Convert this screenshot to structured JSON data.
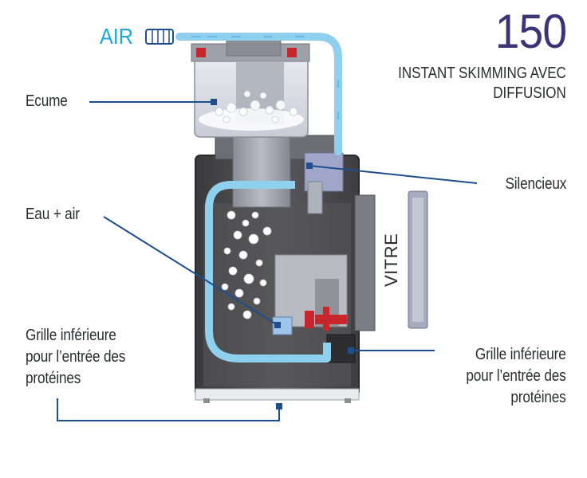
{
  "title": {
    "number": "150",
    "subtitle_line1": "INSTANT SKIMMING AVEC",
    "subtitle_line2": "DIFFUSION"
  },
  "labels": {
    "air": "AIR",
    "ecume": "Ecume",
    "silencieux": "Silencieux",
    "eau_air": "Eau + air",
    "vitre": "VITRE",
    "grille_left": "Grille inférieure\npour l’entrée des\nprotéines",
    "grille_right": "Grille inférieure\npour l’entrée des\nprotéines"
  },
  "colors": {
    "title": "#3b3477",
    "air": "#1ea8d6",
    "leader": "#1f4e8c",
    "pipe": "#8fd0ee",
    "body": "#4a4a4d",
    "valve": "#c8262c"
  }
}
